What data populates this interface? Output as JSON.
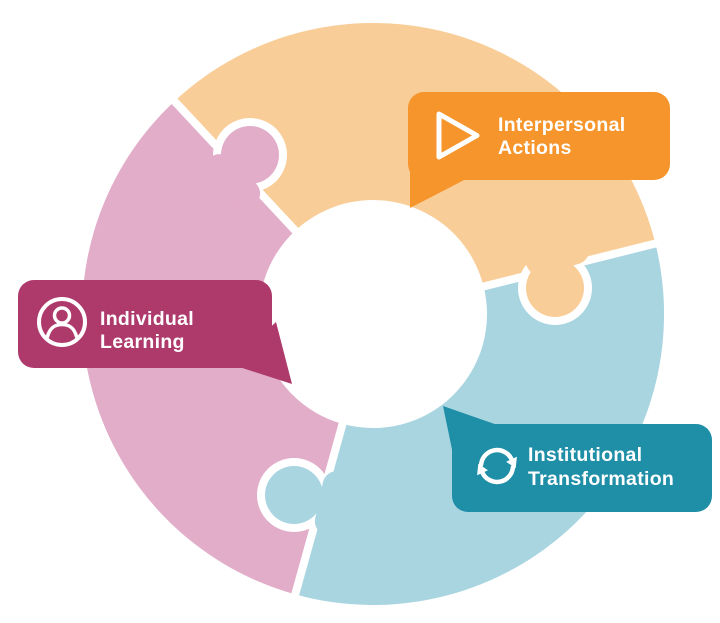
{
  "figure": {
    "type": "puzzle-cycle-diagram",
    "background": "#FFFFFF",
    "gap_color": "#FFFFFF"
  },
  "ring": {
    "pieces": [
      {
        "name": "interpersonal-actions-piece",
        "color": "#F9CD97"
      },
      {
        "name": "institutional-transformation-piece",
        "color": "#A9D5E1"
      },
      {
        "name": "individual-learning-piece",
        "color": "#E2ADC9"
      }
    ]
  },
  "callouts": [
    {
      "name": "interpersonal-actions",
      "line1": "Interpersonal",
      "line2": "Actions",
      "color": "#F5952C",
      "icon": "play-icon",
      "text_color": "#FFFFFF"
    },
    {
      "name": "individual-learning",
      "line1": "Individual",
      "line2": "Learning",
      "color": "#AE3A6C",
      "icon": "person-icon",
      "text_color": "#FFFFFF"
    },
    {
      "name": "institutional-transformation",
      "line1": "Institutional",
      "line2": "Transformation",
      "color": "#1F8EA7",
      "icon": "cycle-icon",
      "text_color": "#FFFFFF"
    }
  ]
}
